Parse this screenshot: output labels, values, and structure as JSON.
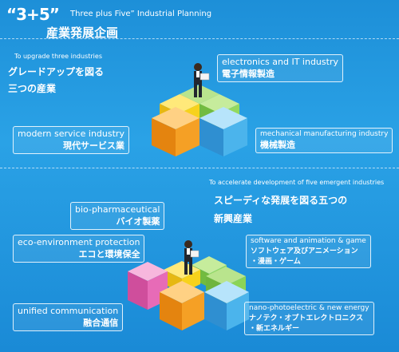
{
  "header": {
    "title_big": "“3+5”",
    "title_sub": "Three plus Five”   Industrial Planning",
    "title_jp": "産業発展企画"
  },
  "section1": {
    "caption": "To upgrade three industries",
    "jp_line1": "グレードアップを図る",
    "jp_line2": "三つの産業",
    "labels": {
      "electronics_en": "electronics and IT industry",
      "electronics_jp": "電子情報製造",
      "service_en": "modern service industry",
      "service_jp": "現代サービス業",
      "mechanical_en": "mechanical manufacturing industry",
      "mechanical_jp": "機械製造"
    }
  },
  "section2": {
    "caption": "To accelerate development of five emergent industries",
    "jp_line1": "スピーディな発展を図る五つの",
    "jp_line2": "新興産業",
    "labels": {
      "bio_en": "bio-pharmaceutical",
      "bio_jp": "バイオ製薬",
      "eco_en": "eco-environment protection",
      "eco_jp": "エコと環境保全",
      "software_en": "software and animation & game",
      "software_jp1": "ソフトウェア及びアニメーション",
      "software_jp2": "・漫画・ゲーム",
      "unified_en": "unified communication",
      "unified_jp": "融合通信",
      "nano_en": "nano-photoelectric & new energy",
      "nano_jp1": "ナノテク・オプトエレクトロニクス",
      "nano_jp2": "・新エネルギー"
    }
  },
  "colors": {
    "background": "#1d8fd8",
    "cube_orange": "#f39a1c",
    "cube_yellow": "#f7d21c",
    "cube_green": "#7cc24a",
    "cube_blue": "#3aa8e8",
    "cube_pink": "#e76bb7"
  },
  "icons": [
    "businessman-figure",
    "cube-block"
  ]
}
